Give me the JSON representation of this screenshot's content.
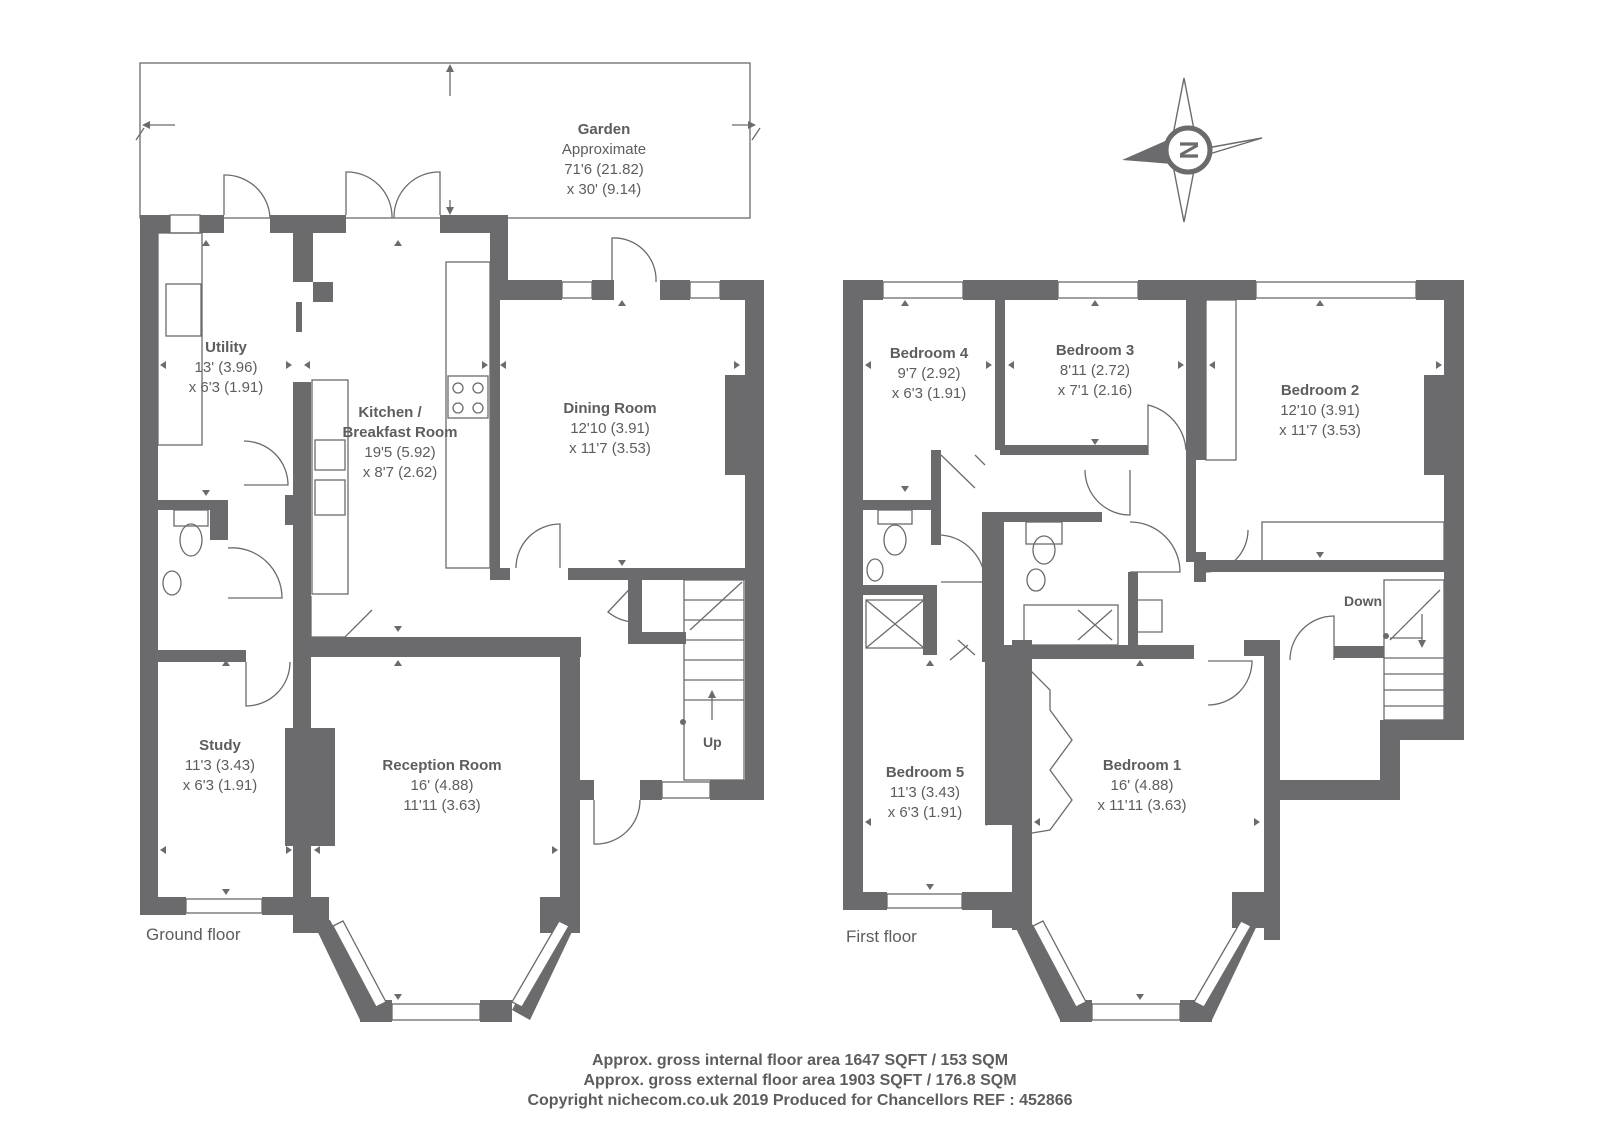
{
  "floors": {
    "ground": "Ground floor",
    "first": "First floor"
  },
  "rooms": {
    "garden": {
      "name": "Garden",
      "l1": "Approximate",
      "l2": "71'6 (21.82)",
      "l3": "x 30' (9.14)"
    },
    "utility": {
      "name": "Utility",
      "l1": "13' (3.96)",
      "l2": "x 6'3 (1.91)"
    },
    "kitchen": {
      "name": "Kitchen /",
      "name2": "Breakfast Room",
      "l1": "19'5 (5.92)",
      "l2": "x 8'7 (2.62)"
    },
    "dining": {
      "name": "Dining Room",
      "l1": "12'10 (3.91)",
      "l2": "x 11'7 (3.53)"
    },
    "study": {
      "name": "Study",
      "l1": "11'3 (3.43)",
      "l2": "x 6'3 (1.91)"
    },
    "reception": {
      "name": "Reception Room",
      "l1": "16' (4.88)",
      "l2": "11'11 (3.63)"
    },
    "bedroom4": {
      "name": "Bedroom 4",
      "l1": "9'7 (2.92)",
      "l2": "x 6'3 (1.91)"
    },
    "bedroom3": {
      "name": "Bedroom 3",
      "l1": "8'11 (2.72)",
      "l2": "x 7'1 (2.16)"
    },
    "bedroom2": {
      "name": "Bedroom 2",
      "l1": "12'10 (3.91)",
      "l2": "x 11'7 (3.53)"
    },
    "bedroom5": {
      "name": "Bedroom 5",
      "l1": "11'3 (3.43)",
      "l2": "x 6'3 (1.91)"
    },
    "bedroom1": {
      "name": "Bedroom 1",
      "l1": "16' (4.88)",
      "l2": "x 11'11 (3.63)"
    }
  },
  "stairs": {
    "up": "Up",
    "down": "Down"
  },
  "compass": {
    "letter": "N"
  },
  "footer": {
    "line1": "Approx. gross internal floor area 1647 SQFT / 153 SQM",
    "line2": "Approx. gross external floor area 1903 SQFT / 176.8 SQM",
    "line3": "Copyright nichecom.co.uk 2019 Produced for Chancellors REF : 452866"
  }
}
